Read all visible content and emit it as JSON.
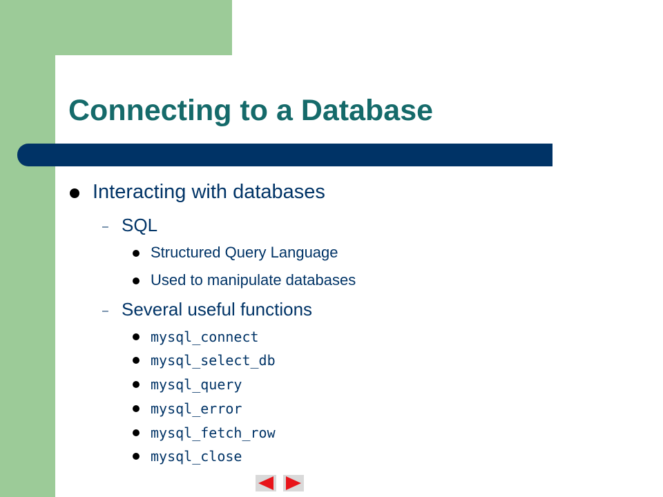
{
  "slide": {
    "title": "Connecting to a Database",
    "level1": "Interacting with databases",
    "sql_heading": "SQL",
    "sql_items": [
      "Structured Query Language",
      "Used to manipulate databases"
    ],
    "functions_heading": "Several useful functions",
    "functions": [
      "mysql_connect",
      "mysql_select_db",
      "mysql_query",
      "mysql_error",
      "mysql_fetch_row",
      "mysql_close"
    ],
    "dash_glyph": "–"
  },
  "nav": {
    "prev_icon": "left-triangle-icon",
    "next_icon": "right-triangle-icon"
  },
  "colors": {
    "green": "#9ccb98",
    "title": "#156a6a",
    "bar": "#003366",
    "nav_arrow": "#e8141a"
  }
}
